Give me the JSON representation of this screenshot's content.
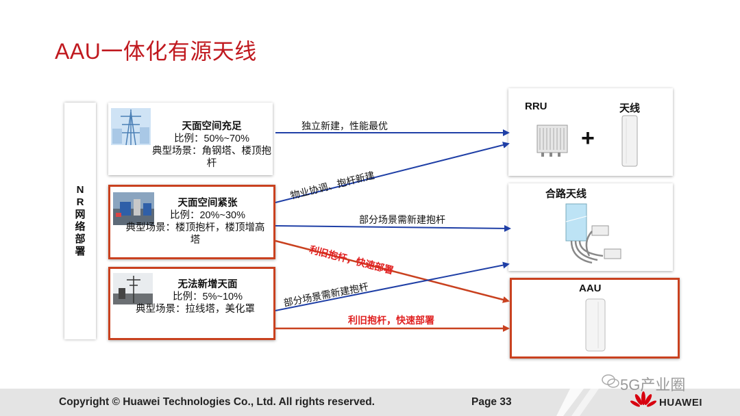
{
  "title": "AAU一体化有源天线",
  "sidebar": {
    "label": "NR网络部署"
  },
  "cards": [
    {
      "heading": "天面空间充足",
      "ratio": "比例：50%~70%",
      "scene": "典型场景：角钢塔、楼顶抱杆"
    },
    {
      "heading": "天面空间紧张",
      "ratio": "比例：20%~30%",
      "scene": "典型场景：楼顶抱杆，楼顶增高塔"
    },
    {
      "heading": "无法新增天面",
      "ratio": "比例：5%~10%",
      "scene": "典型场景：拉线塔，美化罩"
    }
  ],
  "targets": {
    "rru": {
      "label": "RRU",
      "plus": "+",
      "antenna_label": "天线"
    },
    "combined": {
      "label": "合路天线"
    },
    "aau": {
      "label": "AAU"
    }
  },
  "arrows": {
    "a1": "独立新建，性能最优",
    "a2": "物业协调、抱杆新建",
    "a3": "部分场景需新建抱杆",
    "a4": "利旧抱杆，快速部署",
    "a5": "部分场景需新建抱杆",
    "a6": "利旧抱杆，快速部署"
  },
  "colors": {
    "title_red": "#c0191f",
    "arrow_blue": "#1f3fa6",
    "arrow_red": "#c9411f"
  },
  "footer": {
    "copyright": "Copyright © Huawei Technologies Co., Ltd. All rights reserved.",
    "page": "Page 33",
    "watermark": "5G产业圈",
    "brand": "HUAWEI"
  }
}
